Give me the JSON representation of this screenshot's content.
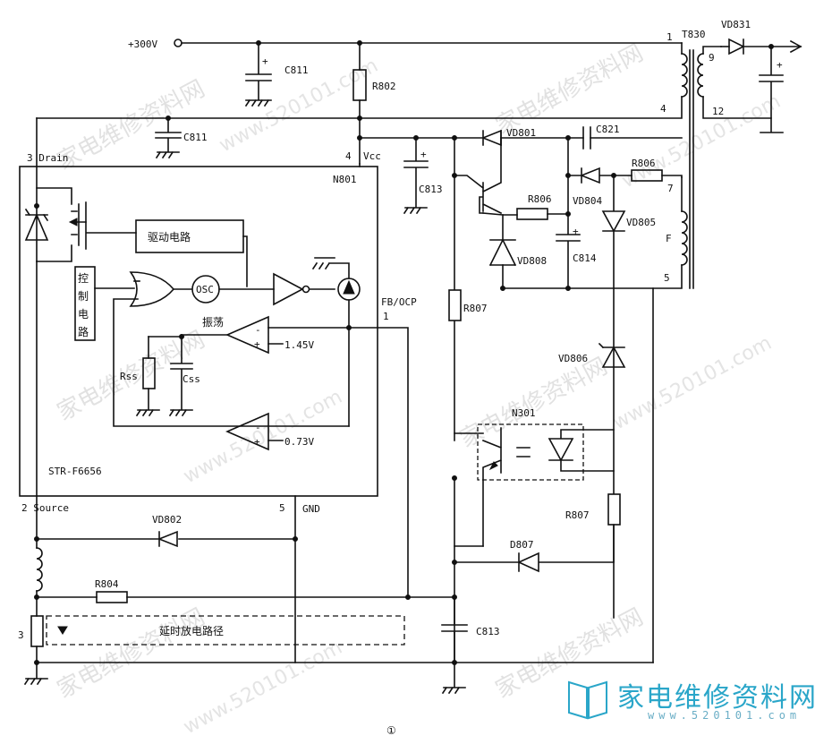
{
  "figure": {
    "number": "①"
  },
  "ic": {
    "ref": "N801",
    "part": "STR-F6656",
    "pins": {
      "drain": "3 Drain",
      "vcc_no": "4",
      "vcc": "Vcc",
      "fb_no": "1",
      "fb": "FB/OCP",
      "source": "2 Source",
      "gnd_no": "5",
      "gnd": "GND"
    },
    "blocks": {
      "driver": "驱动电路",
      "control": [
        "控",
        "制",
        "电",
        "路"
      ],
      "osc": "OSC",
      "osc_caption": "振荡",
      "rss": "Rss",
      "css": "Css",
      "vref1": "1.45V",
      "vref2": "0.73V"
    }
  },
  "labels": {
    "supply": "+300V",
    "c811a": "C811",
    "c811b": "C811",
    "r802": "R802",
    "t830": "T830",
    "vd831": "VD831",
    "t_pin1": "1",
    "t_pin4": "4",
    "t_pin9": "9",
    "t_pin12": "12",
    "t_pin7": "7",
    "t_pin5": "5",
    "t_F": "F",
    "c813a": "C813",
    "vd801": "VD801",
    "c821": "C821",
    "r806a": "R806",
    "r806b": "R806",
    "vd804": "VD804",
    "vd805": "VD805",
    "vd808": "VD808",
    "c814": "C814",
    "r807a": "R807",
    "vd806": "VD806",
    "n301": "N301",
    "r807b": "R807",
    "d807": "D807",
    "vd802": "VD802",
    "r804": "R804",
    "l3": "3",
    "delay": "延时放电路径",
    "c813b": "C813"
  },
  "watermarks": {
    "text1": "家电维修资料网",
    "text2": "www.520101.com"
  },
  "logo": {
    "brand": "家电维修资料网",
    "site": "www.520101.com"
  },
  "icons": [
    "ground-icon",
    "diode-icon",
    "zener-icon",
    "mosfet-icon",
    "transformer-icon",
    "optocoupler-icon"
  ]
}
